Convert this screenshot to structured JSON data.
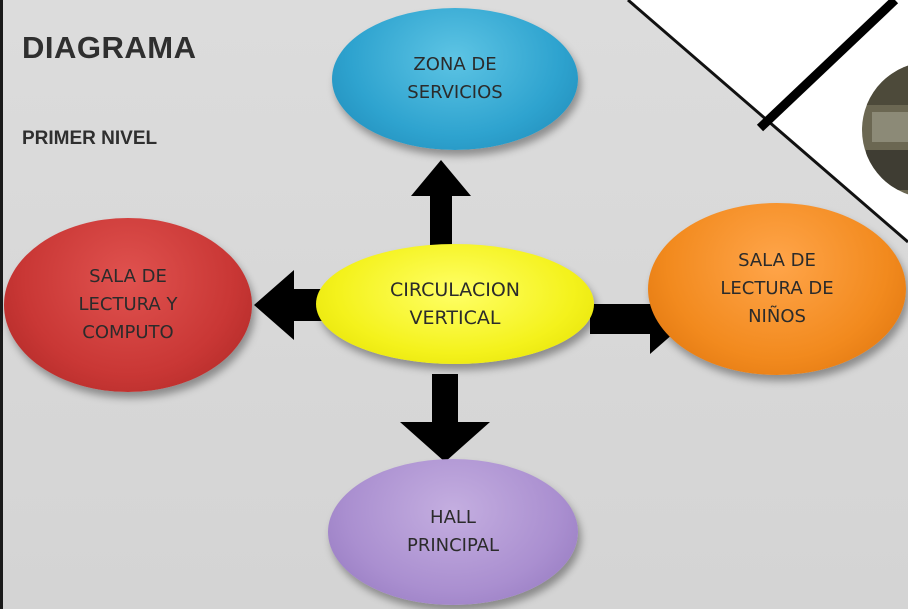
{
  "diagram": {
    "title": "DIAGRAMA",
    "subtitle": "PRIMER NIVEL",
    "nodes": {
      "zona": "ZONA DE\nSERVICIOS",
      "circulacion": "CIRCULACION\nVERTICAL",
      "sala_lectura": "SALA DE\nLECTURA Y\nCOMPUTO",
      "sala_ninos": "SALA DE\nLECTURA DE\nNIÑOS",
      "hall": "HALL\nPRINCIPAL"
    },
    "colors": {
      "zona": "#2ea3cf",
      "circulacion": "#f4f21c",
      "sala_lectura": "#c93735",
      "sala_ninos": "#f28a1e",
      "hall": "#aa8fd0",
      "arrow": "#000000"
    },
    "edges": [
      {
        "from": "CIRCULACION VERTICAL",
        "to": "ZONA DE SERVICIOS"
      },
      {
        "from": "CIRCULACION VERTICAL",
        "to": "SALA DE LECTURA Y COMPUTO"
      },
      {
        "from": "CIRCULACION VERTICAL",
        "to": "SALA DE LECTURA DE NIÑOS"
      },
      {
        "from": "CIRCULACION VERTICAL",
        "to": "HALL PRINCIPAL"
      }
    ]
  }
}
